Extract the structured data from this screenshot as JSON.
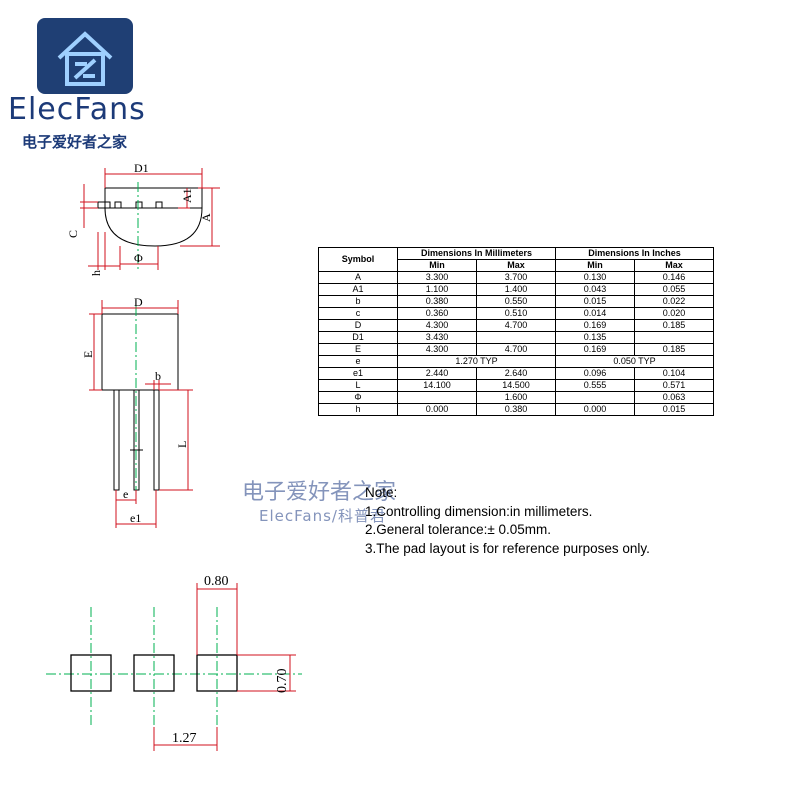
{
  "logo": {
    "text": "ElecFans",
    "subtitle": "电子爱好者之家"
  },
  "drawing": {
    "side_labels": {
      "d1": "D1",
      "a1": "A1",
      "a": "A",
      "c": "C",
      "h": "h",
      "phi": "Φ"
    },
    "front_labels": {
      "d": "D",
      "e_upper": "E",
      "b": "b",
      "l": "L",
      "e": "e",
      "e1": "e1"
    },
    "pad_labels": {
      "width": "0.80",
      "height": "0.70",
      "pitch": "1.27"
    }
  },
  "table": {
    "header": {
      "symbol": "Symbol",
      "mm": "Dimensions In Millimeters",
      "inch": "Dimensions In Inches",
      "min": "Min",
      "max": "Max"
    },
    "rows": [
      {
        "symbol": "A",
        "mm_min": "3.300",
        "mm_max": "3.700",
        "in_min": "0.130",
        "in_max": "0.146"
      },
      {
        "symbol": "A1",
        "mm_min": "1.100",
        "mm_max": "1.400",
        "in_min": "0.043",
        "in_max": "0.055"
      },
      {
        "symbol": "b",
        "mm_min": "0.380",
        "mm_max": "0.550",
        "in_min": "0.015",
        "in_max": "0.022"
      },
      {
        "symbol": "c",
        "mm_min": "0.360",
        "mm_max": "0.510",
        "in_min": "0.014",
        "in_max": "0.020"
      },
      {
        "symbol": "D",
        "mm_min": "4.300",
        "mm_max": "4.700",
        "in_min": "0.169",
        "in_max": "0.185"
      },
      {
        "symbol": "D1",
        "mm_min": "3.430",
        "mm_max": "",
        "in_min": "0.135",
        "in_max": ""
      },
      {
        "symbol": "E",
        "mm_min": "4.300",
        "mm_max": "4.700",
        "in_min": "0.169",
        "in_max": "0.185"
      },
      {
        "symbol": "e",
        "mm_typ": "1.270 TYP",
        "in_typ": "0.050 TYP"
      },
      {
        "symbol": "e1",
        "mm_min": "2.440",
        "mm_max": "2.640",
        "in_min": "0.096",
        "in_max": "0.104"
      },
      {
        "symbol": "L",
        "mm_min": "14.100",
        "mm_max": "14.500",
        "in_min": "0.555",
        "in_max": "0.571"
      },
      {
        "symbol": "Φ",
        "mm_min": "",
        "mm_max": "1.600",
        "in_min": "",
        "in_max": "0.063"
      },
      {
        "symbol": "h",
        "mm_min": "0.000",
        "mm_max": "0.380",
        "in_min": "0.000",
        "in_max": "0.015"
      }
    ]
  },
  "notes": {
    "title": "Note:",
    "items": [
      "1.Controlling dimension:in millimeters.",
      "2.General tolerance:± 0.05mm.",
      "3.The pad layout is for reference purposes only."
    ]
  },
  "watermark": {
    "cn": "电子爱好者之家",
    "en": "ElecFans/科普君"
  },
  "colors": {
    "logo_blue": "#1f3f74",
    "dim_red": "#d0101e",
    "center_green": "#00b050",
    "watermark": "#6f82b0"
  }
}
